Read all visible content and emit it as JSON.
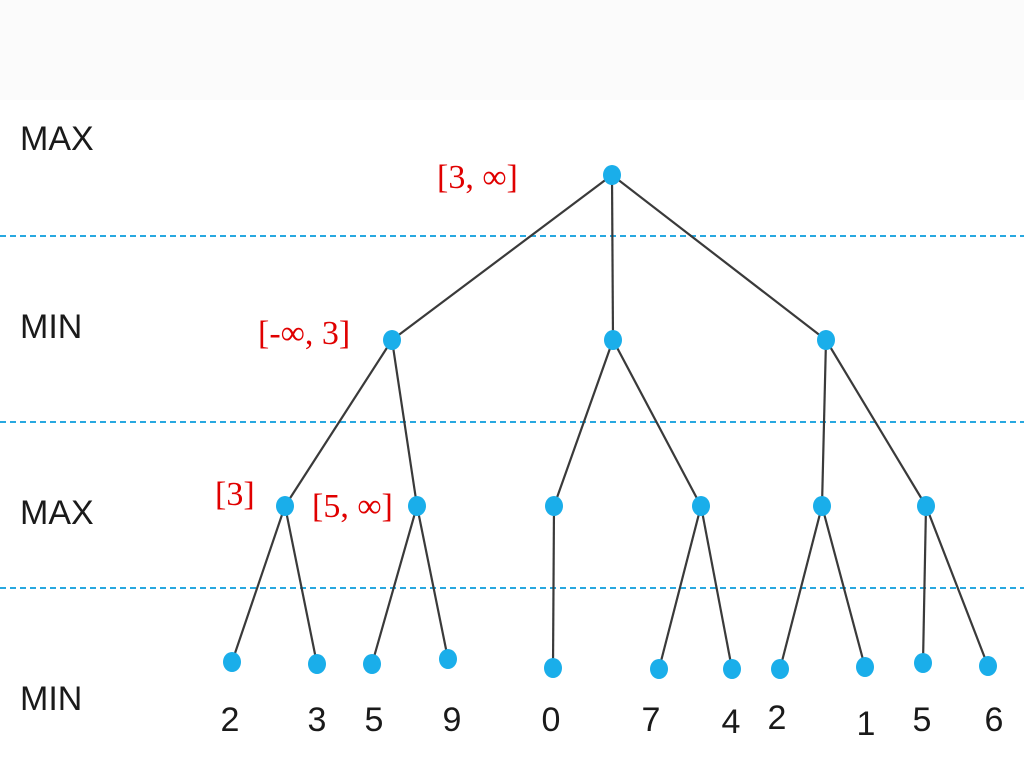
{
  "levels": [
    "MAX",
    "MIN",
    "MAX",
    "MIN"
  ],
  "bounds": {
    "root": "[3, ∞]",
    "min_left": "[-∞, 3]",
    "max_left_left": "[3]",
    "max_left_right": "[5, ∞]"
  },
  "leaves": [
    "2",
    "3",
    "5",
    "9",
    "0",
    "7",
    "4",
    "2",
    "1",
    "5",
    "6"
  ],
  "colors": {
    "node": "#1aaeea",
    "bound": "#e00000",
    "divider": "#28a8e0",
    "edge": "#3a3a3a"
  }
}
